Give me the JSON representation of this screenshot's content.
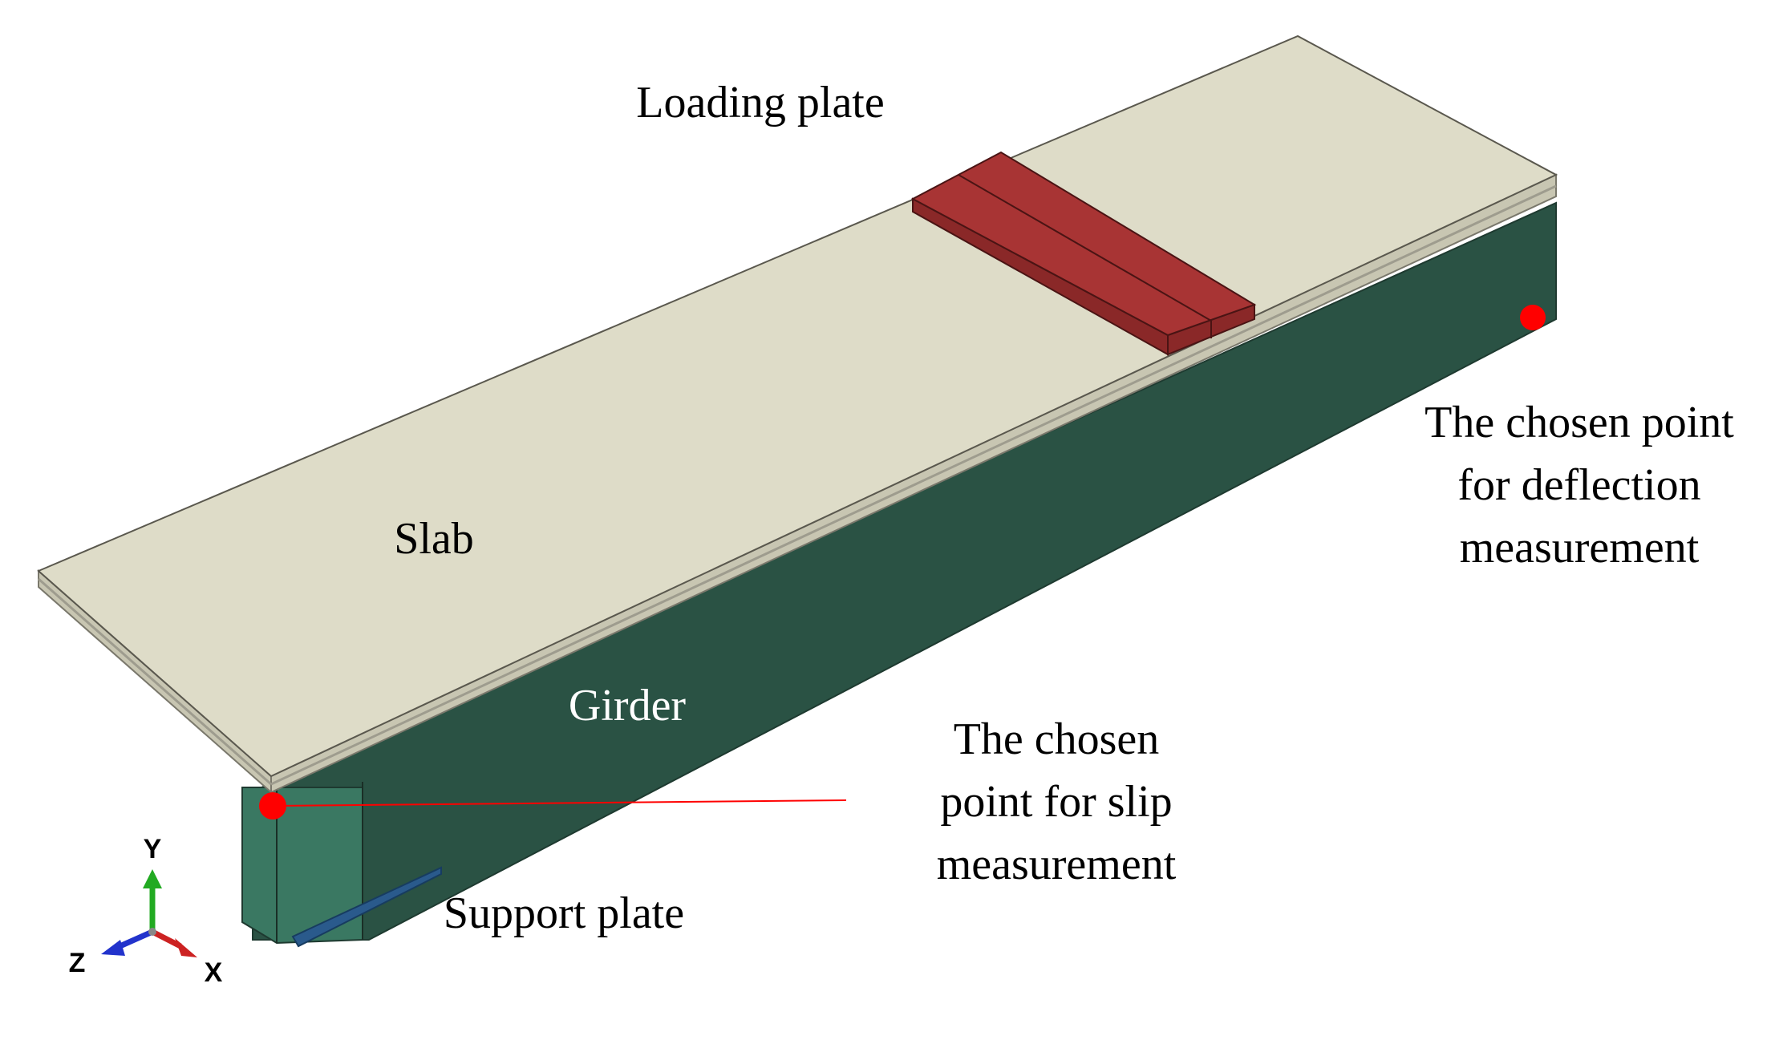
{
  "labels": {
    "loading_plate": "Loading plate",
    "slab": "Slab",
    "girder": "Girder",
    "support_plate": "Support plate",
    "deflection_point": [
      "The chosen point",
      "for deflection",
      "measurement"
    ],
    "slip_point": [
      "The chosen",
      "point for slip",
      "measurement"
    ]
  },
  "axes": {
    "y": "Y",
    "z": "Z",
    "x": "X"
  },
  "colors": {
    "slab_top": "#dedcc8",
    "slab_edge": "#c8c6b2",
    "slab_seam": "#9e9c8e",
    "girder_side": "#2a5244",
    "girder_end": "#3a7862",
    "loading_plate": "#a83434",
    "support_plate": "#2a5a8c",
    "marker": "#ff0000",
    "axis_y": "#22aa22",
    "axis_z": "#2233cc",
    "axis_x": "#cc2222"
  }
}
